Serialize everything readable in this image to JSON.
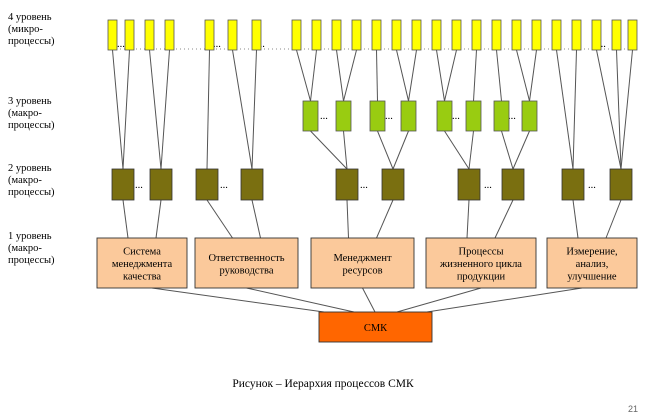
{
  "levels": [
    {
      "line1": "4 уровень",
      "line2": "(микро-",
      "line3": "процессы)"
    },
    {
      "line1": "3 уровень",
      "line2": "(макро-",
      "line3": "процессы)"
    },
    {
      "line1": "2 уровень",
      "line2": "(макро-",
      "line3": "процессы)"
    },
    {
      "line1": "1 уровень",
      "line2": "(макро-",
      "line3": "процессы)"
    }
  ],
  "root": {
    "label": "СМК"
  },
  "processes": [
    {
      "lines": [
        "Система",
        "менеджмента",
        "качества"
      ]
    },
    {
      "lines": [
        "Ответственность",
        "руководства"
      ]
    },
    {
      "lines": [
        "Менеджмент",
        "ресурсов"
      ]
    },
    {
      "lines": [
        "Процессы",
        "жизненного цикла",
        "продукции"
      ]
    },
    {
      "lines": [
        "Измерение,",
        "анализ,",
        "улучшение"
      ]
    }
  ],
  "ellipsis": "...",
  "caption": "Рисунок – Иерархия  процессов  СМК",
  "page_number": "21",
  "colors": {
    "root": "#ff6600",
    "level1": "#fbc99b",
    "level2": "#7a6f10",
    "level3": "#99cc11",
    "level4": "#ffff00",
    "line": "#555555"
  }
}
